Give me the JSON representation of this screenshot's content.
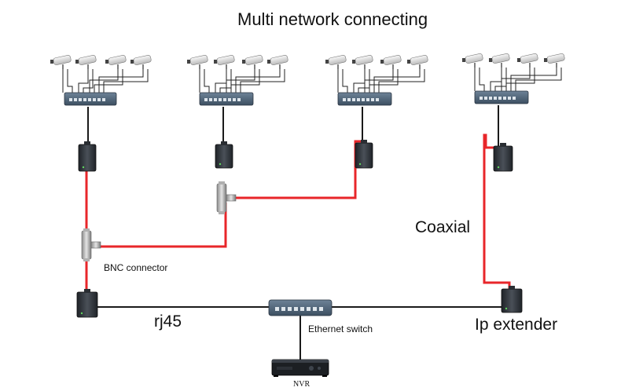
{
  "title": "Multi network connecting",
  "labels": {
    "coaxial": "Coaxial",
    "bnc_connector": "BNC connector",
    "rj45": "rj45",
    "ethernet_switch": "Ethernet switch",
    "ip_extender": "Ip extender",
    "nvr": "NVR"
  },
  "colors": {
    "coax_cable": "#e8262a",
    "network_cable": "#1a1a1a",
    "device": "#2e3238",
    "switch_body": "#4a6278",
    "camera": "#e2e2e2"
  },
  "icons": {
    "camera": "cctv-camera-icon",
    "poe_switch": "network-switch-icon",
    "extender": "ip-extender-icon",
    "bnc": "bnc-t-connector-icon",
    "nvr": "nvr-recorder-icon"
  }
}
